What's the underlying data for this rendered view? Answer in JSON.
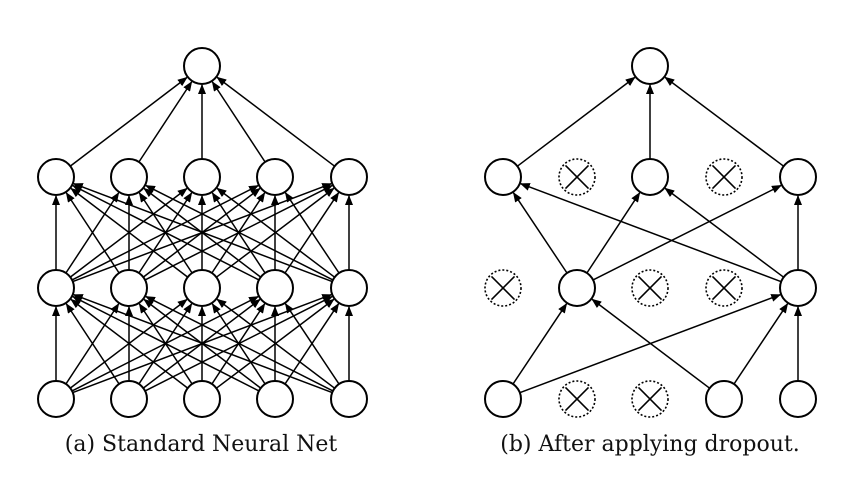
{
  "diagrams": [
    {
      "caption": "(a) Standard Neural Net",
      "layers": [
        5,
        5,
        5,
        1
      ],
      "dropped": [
        [],
        [],
        [],
        []
      ],
      "edges": "full"
    },
    {
      "caption": "(b) After applying dropout.",
      "layers": [
        5,
        5,
        5,
        1
      ],
      "dropped": [
        [
          1,
          2
        ],
        [
          0,
          2,
          3
        ],
        [
          1,
          3
        ],
        []
      ],
      "edges": [
        [
          [
            0,
            0
          ],
          [
            1,
            1
          ]
        ],
        [
          [
            0,
            0
          ],
          [
            1,
            4
          ]
        ],
        [
          [
            0,
            3
          ],
          [
            1,
            1
          ]
        ],
        [
          [
            0,
            3
          ],
          [
            1,
            4
          ]
        ],
        [
          [
            0,
            4
          ],
          [
            1,
            4
          ]
        ],
        [
          [
            1,
            1
          ],
          [
            2,
            0
          ]
        ],
        [
          [
            1,
            1
          ],
          [
            2,
            2
          ]
        ],
        [
          [
            1,
            1
          ],
          [
            2,
            4
          ]
        ],
        [
          [
            1,
            4
          ],
          [
            2,
            0
          ]
        ],
        [
          [
            1,
            4
          ],
          [
            2,
            2
          ]
        ],
        [
          [
            1,
            4
          ],
          [
            2,
            4
          ]
        ],
        [
          [
            2,
            0
          ],
          [
            3,
            0
          ]
        ],
        [
          [
            2,
            2
          ],
          [
            3,
            0
          ]
        ],
        [
          [
            2,
            4
          ],
          [
            3,
            0
          ]
        ]
      ]
    }
  ],
  "colors": {
    "stroke": "#000000",
    "node_fill": "#ffffff",
    "dropped_stroke": "#000000"
  }
}
